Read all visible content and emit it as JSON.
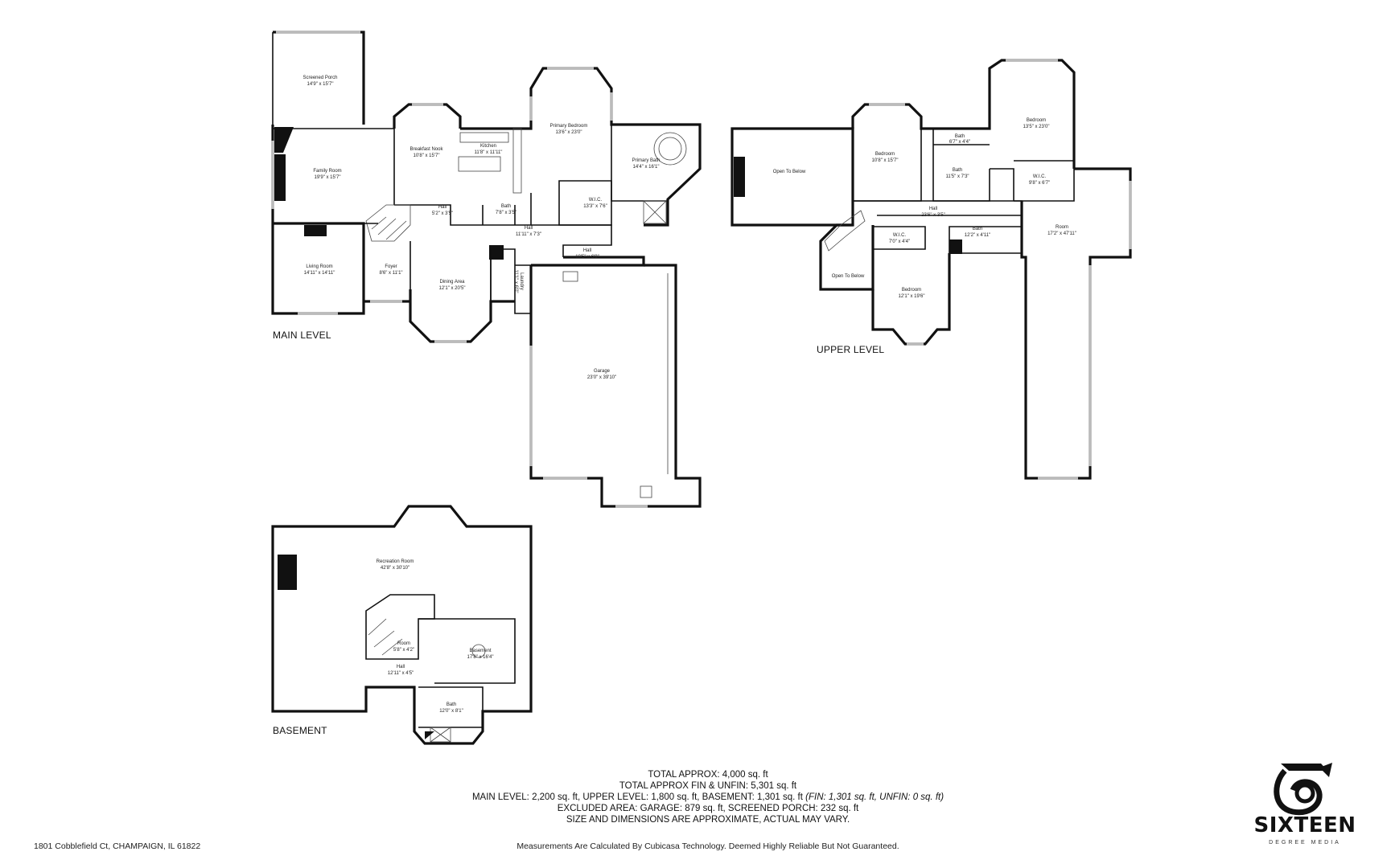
{
  "levels": {
    "main": "MAIN LEVEL",
    "upper": "UPPER LEVEL",
    "basement": "BASEMENT"
  },
  "rooms": {
    "screened_porch": {
      "name": "Screened Porch",
      "dims": "14'9\" x 15'7\""
    },
    "family_room": {
      "name": "Family Room",
      "dims": "19'9\" x 15'7\""
    },
    "breakfast_nook": {
      "name": "Breakfast Nook",
      "dims": "10'8\" x 15'7\""
    },
    "kitchen": {
      "name": "Kitchen",
      "dims": "11'8\" x 11'11\""
    },
    "primary_bedroom": {
      "name": "Primary Bedroom",
      "dims": "13'6\" x 23'0\""
    },
    "primary_bath": {
      "name": "Primary Bath",
      "dims": "14'4\" x 16'1\""
    },
    "main_wic": {
      "name": "W.I.C.",
      "dims": "13'3\" x 7'6\""
    },
    "main_hall_1": {
      "name": "Hall",
      "dims": "5'2\" x 3'5\""
    },
    "main_bath": {
      "name": "Bath",
      "dims": "7'8\" x 3'5\""
    },
    "main_hall_2": {
      "name": "Hall",
      "dims": "11'11\" x 7'3\""
    },
    "main_hall_3": {
      "name": "Hall",
      "dims": "18'5\" x 6'9\""
    },
    "living_room": {
      "name": "Living Room",
      "dims": "14'11\" x 14'11\""
    },
    "foyer": {
      "name": "Foyer",
      "dims": "8'6\" x 11'1\""
    },
    "dining_area": {
      "name": "Dining Area",
      "dims": "12'1\" x 20'5\""
    },
    "laundry": {
      "name": "Laundry",
      "dims": "11'1\" x 6'0\""
    },
    "garage": {
      "name": "Garage",
      "dims": "23'0\" x 39'10\""
    },
    "open_below_1": {
      "name": "Open To Below",
      "dims": ""
    },
    "upper_bedroom_1": {
      "name": "Bedroom",
      "dims": "10'8\" x 15'7\""
    },
    "upper_bath_1": {
      "name": "Bath",
      "dims": "6'7\" x 4'4\""
    },
    "upper_bath_2": {
      "name": "Bath",
      "dims": "11'5\" x 7'3\""
    },
    "upper_bedroom_2": {
      "name": "Bedroom",
      "dims": "13'5\" x 23'0\""
    },
    "upper_wic_1": {
      "name": "W.I.C.",
      "dims": "9'8\" x 6'7\""
    },
    "upper_hall": {
      "name": "Hall",
      "dims": "23'6\" x 3'5\""
    },
    "upper_room": {
      "name": "Room",
      "dims": "17'2\" x 47'11\""
    },
    "upper_wic_2": {
      "name": "W.I.C.",
      "dims": "7'0\" x 4'4\""
    },
    "upper_bath_3": {
      "name": "Bath",
      "dims": "12'2\" x 4'11\""
    },
    "open_below_2": {
      "name": "Open To Below",
      "dims": ""
    },
    "upper_bedroom_3": {
      "name": "Bedroom",
      "dims": "12'1\" x 19'6\""
    },
    "recreation_room": {
      "name": "Recreation Room",
      "dims": "42'8\" x 30'10\""
    },
    "bsmt_room": {
      "name": "Room",
      "dims": "5'8\" x 4'2\""
    },
    "bsmt_basement": {
      "name": "Basement",
      "dims": "17'8\" x 16'4\""
    },
    "bsmt_hall": {
      "name": "Hall",
      "dims": "12'11\" x 4'5\""
    },
    "bsmt_bath": {
      "name": "Bath",
      "dims": "12'0\" x 8'1\""
    }
  },
  "summary": {
    "line1": "TOTAL APPROX: 4,000 sq. ft",
    "line2": "TOTAL APPROX FIN & UNFIN: 5,301 sq. ft",
    "line3": "MAIN LEVEL: 2,200 sq. ft, UPPER LEVEL: 1,800 sq. ft, BASEMENT: 1,301 sq. ft ",
    "line3_italic": "(FIN: 1,301 sq. ft, UNFIN: 0 sq. ft)",
    "line4": "EXCLUDED AREA: GARAGE: 879 sq. ft, SCREENED PORCH: 232 sq. ft",
    "line5": "SIZE AND DIMENSIONS ARE APPROXIMATE, ACTUAL MAY VARY."
  },
  "address": "1801 Cobblefield Ct, CHAMPAIGN, IL 61822",
  "disclaimer": "Measurements Are Calculated By Cubicasa Technology. Deemed Highly Reliable But Not Guaranteed.",
  "brand": {
    "name": "SIXTEEN",
    "tagline": "DEGREE MEDIA",
    "logo_icon": "sixteen-degree-logo-icon"
  }
}
